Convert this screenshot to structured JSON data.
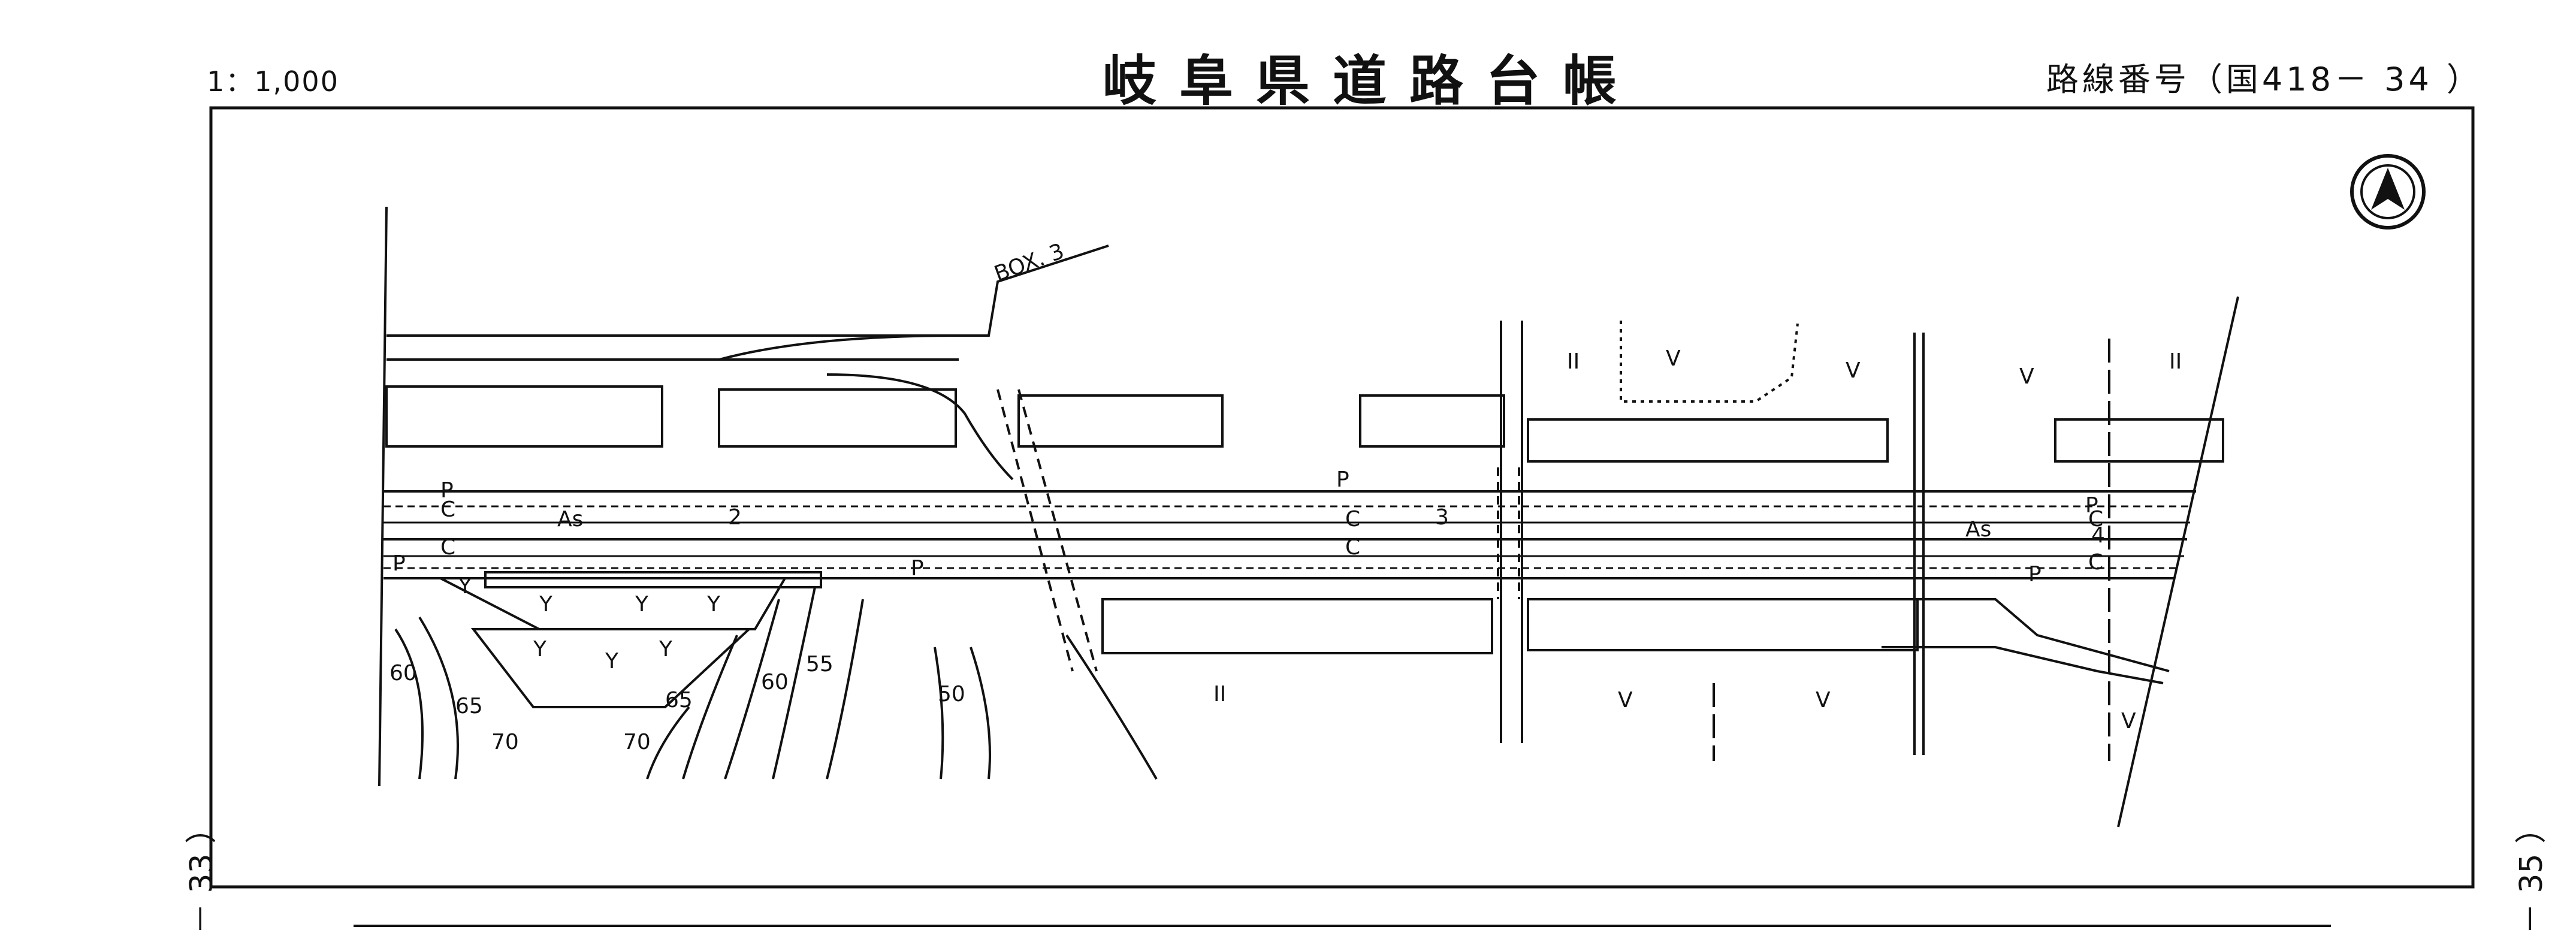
{
  "header": {
    "scale": "1：1,000",
    "title": "岐阜県道路台帳",
    "route": "路線番号（国418－ 34 ）"
  },
  "page_refs": {
    "left": "－ 33 ）",
    "right": "－ 35 ）"
  },
  "map": {
    "north_arrow": "north-arrow-icon",
    "box_culvert": "BOX. 3",
    "road_labels": [
      "As",
      "As"
    ],
    "lane_markers": [
      "P",
      "C",
      "C",
      "C",
      "P",
      "C",
      "P",
      "P",
      "C",
      "P",
      "P",
      "C"
    ],
    "station_numbers": [
      "2",
      "3",
      "4"
    ],
    "contour_labels": [
      "60",
      "65",
      "70",
      "70",
      "65",
      "60",
      "55",
      "50"
    ],
    "embankment_mark": "Y",
    "land_marks": [
      "V",
      "V",
      "V",
      "V",
      "V",
      "V",
      "II",
      "II",
      "II"
    ]
  },
  "colors": {
    "ink": "#111111",
    "paper": "#ffffff"
  }
}
